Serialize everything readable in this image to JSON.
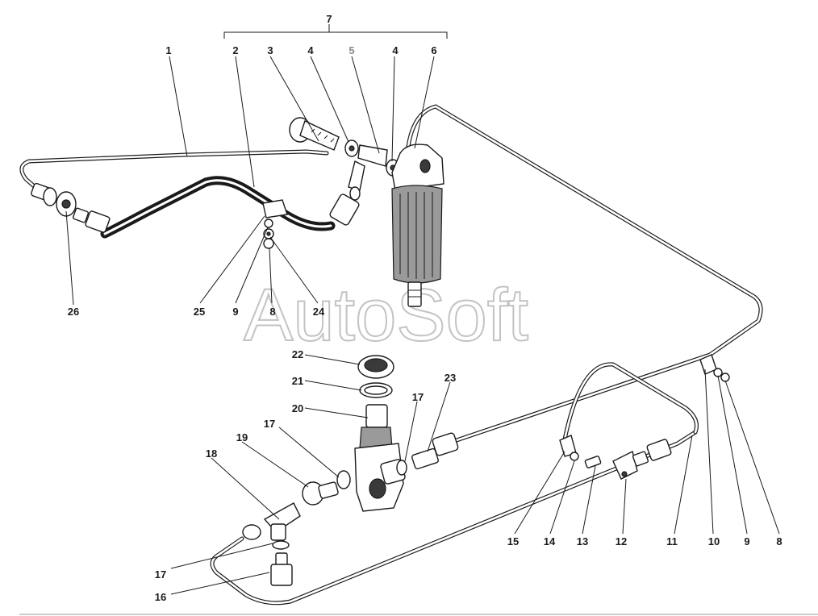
{
  "watermark": "AutoSoft",
  "callouts": {
    "c1": "1",
    "c2": "2",
    "c3": "3",
    "c4a": "4",
    "c5": "5",
    "c4b": "4",
    "c6": "6",
    "c7": "7",
    "c26": "26",
    "c25": "25",
    "c9a": "9",
    "c8a": "8",
    "c24": "24",
    "c22": "22",
    "c21": "21",
    "c20": "20",
    "c23": "23",
    "c17a": "17",
    "c17b": "17",
    "c19": "19",
    "c18": "18",
    "c17c": "17",
    "c16": "16",
    "c15": "15",
    "c14": "14",
    "c13": "13",
    "c12": "12",
    "c11": "11",
    "c10": "10",
    "c9b": "9",
    "c8b": "8"
  },
  "colors": {
    "line": "#1a1a1a",
    "accent_label": "#8a8a8a",
    "background": "#ffffff"
  }
}
